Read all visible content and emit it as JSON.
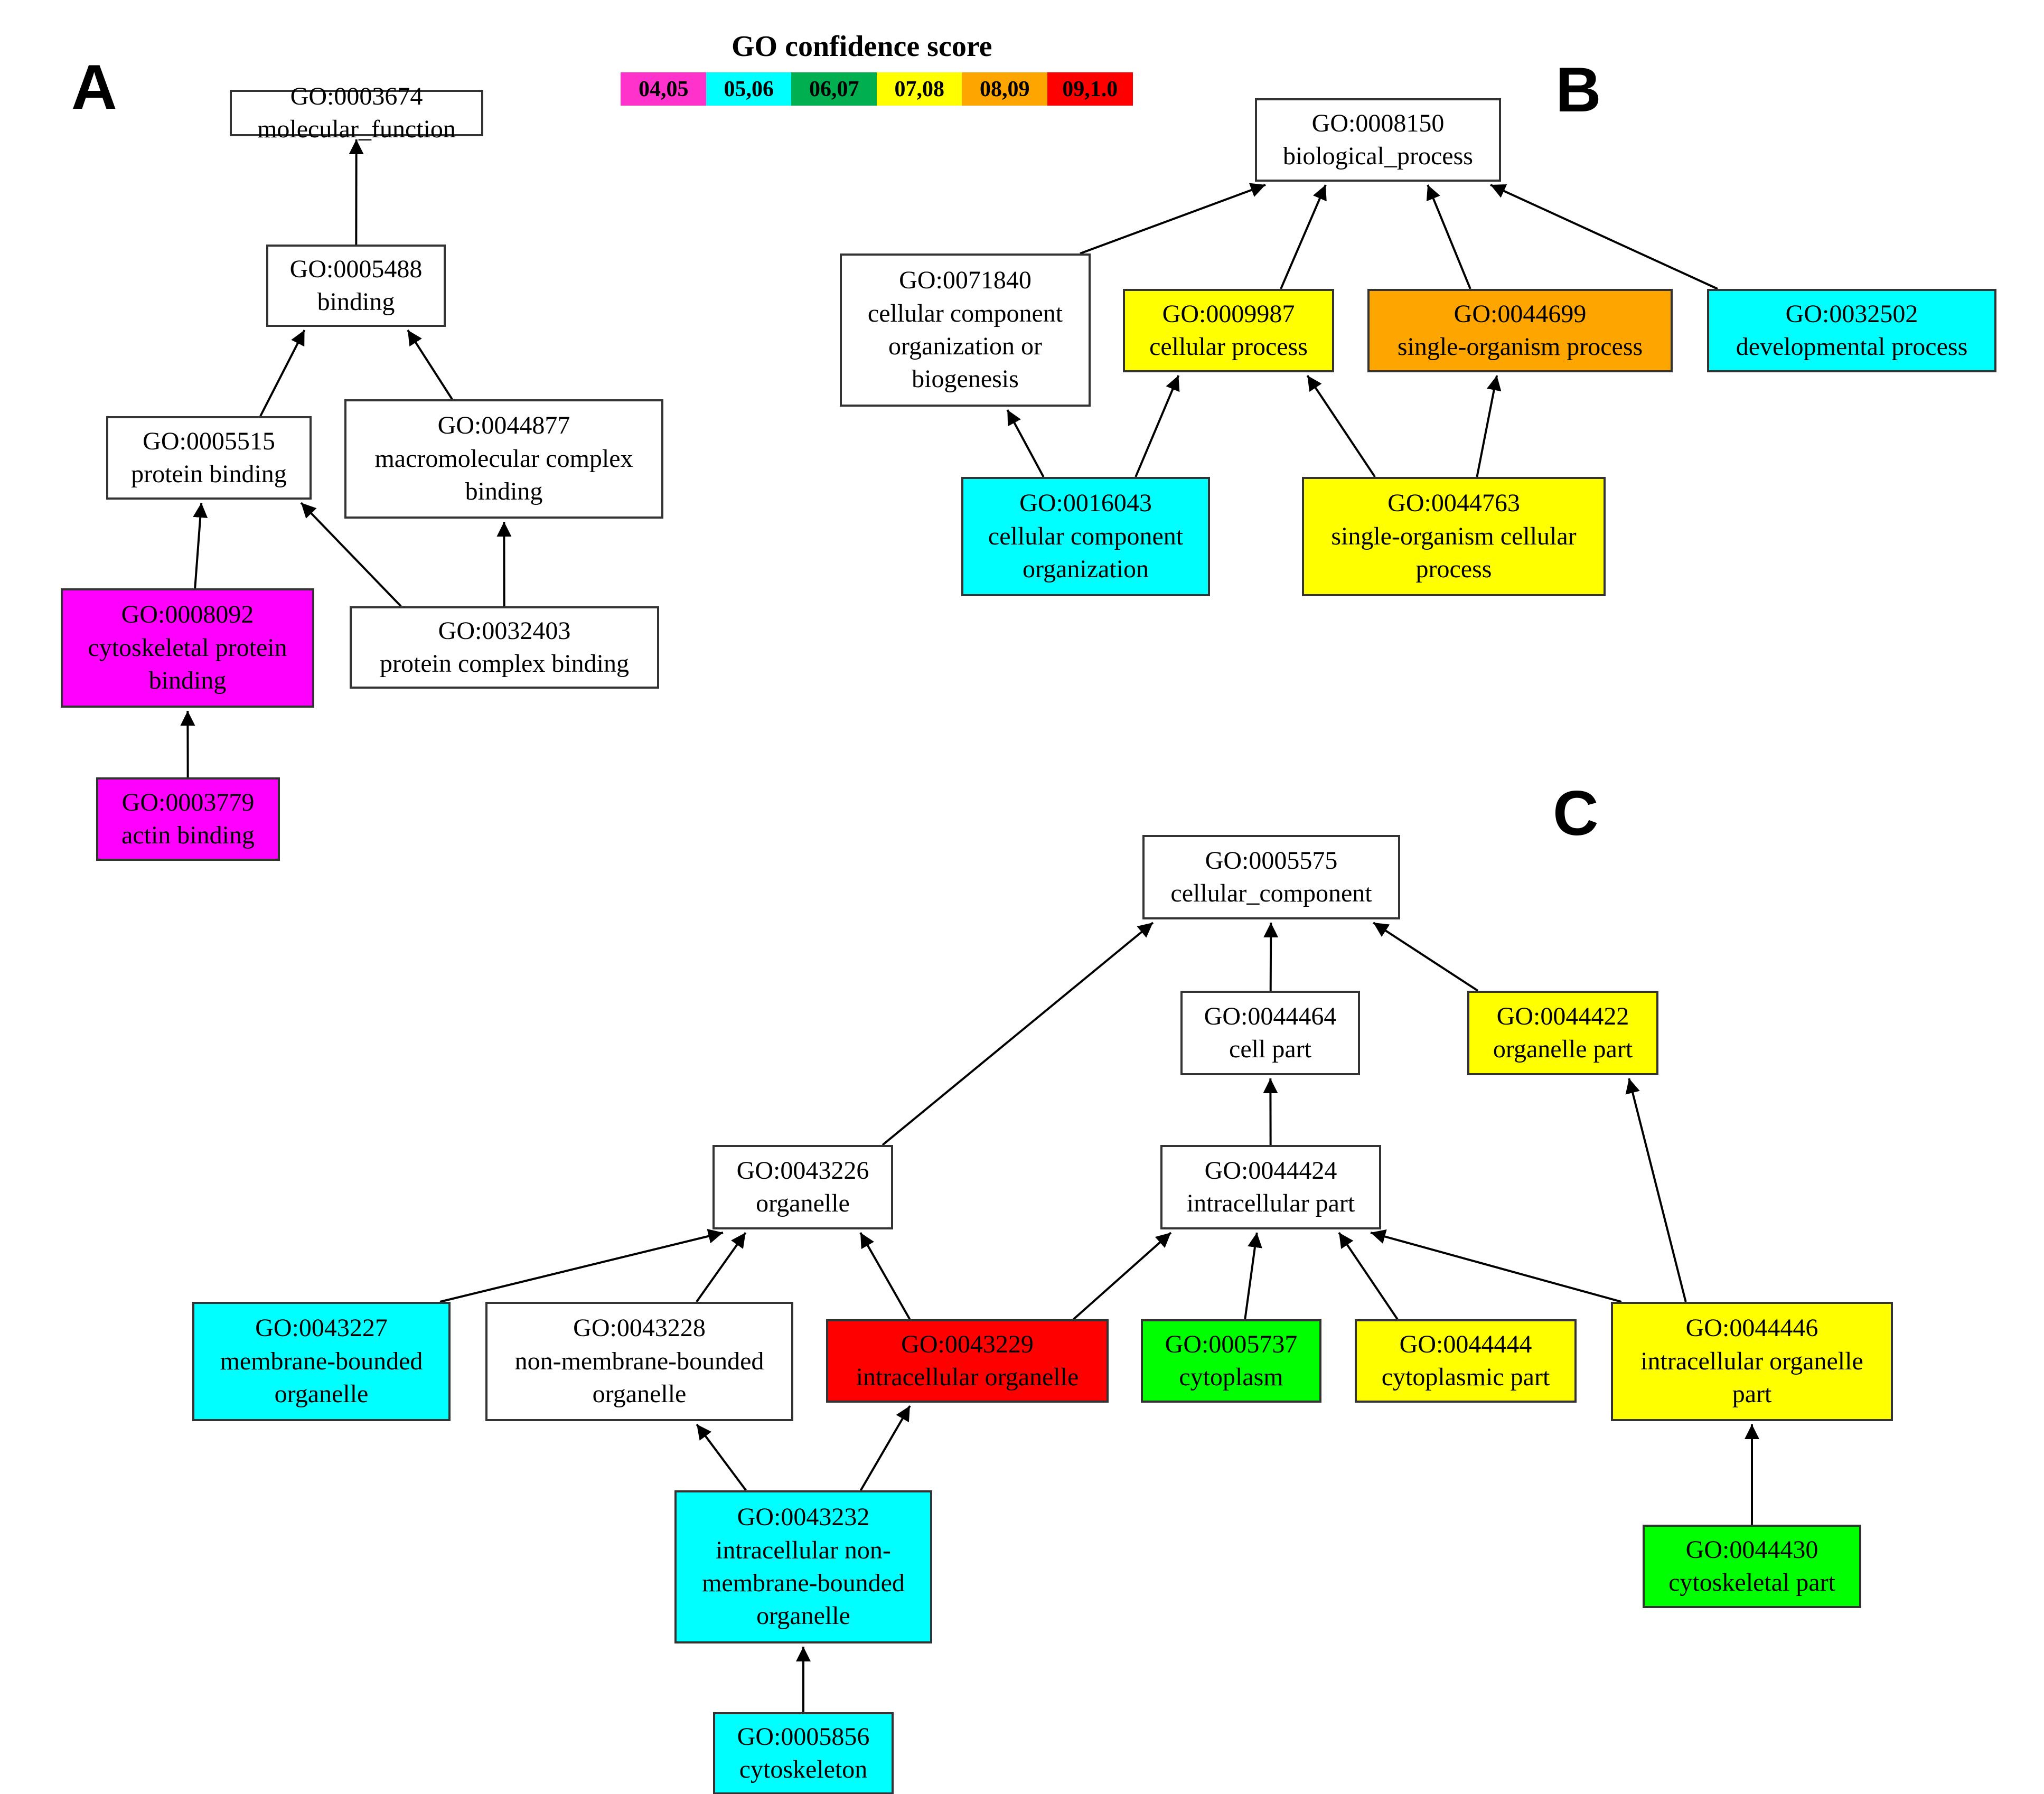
{
  "panels": {
    "a": "A",
    "b": "B",
    "c": "C"
  },
  "legend": {
    "title": "GO confidence score",
    "items": [
      {
        "label": "04,05",
        "color": "#ff33cc"
      },
      {
        "label": "05,06",
        "color": "#00ffff"
      },
      {
        "label": "06,07",
        "color": "#00b050"
      },
      {
        "label": "07,08",
        "color": "#ffff00"
      },
      {
        "label": "08,09",
        "color": "#ffa500"
      },
      {
        "label": "09,1.0",
        "color": "#ff0000"
      }
    ]
  },
  "nodes": {
    "n0003674": {
      "l1": "GO:0003674",
      "l2": "molecular_function",
      "color": "#ffffff"
    },
    "n0005488": {
      "l1": "GO:0005488",
      "l2": "binding",
      "color": "#ffffff"
    },
    "n0005515": {
      "l1": "GO:0005515",
      "l2": "protein binding",
      "color": "#ffffff"
    },
    "n0044877": {
      "l1": "GO:0044877",
      "l2": "macromolecular complex",
      "l3": "binding",
      "color": "#ffffff"
    },
    "n0008092": {
      "l1": "GO:0008092",
      "l2": "cytoskeletal protein",
      "l3": "binding",
      "color": "#ff00ff"
    },
    "n0032403": {
      "l1": "GO:0032403",
      "l2": "protein complex binding",
      "color": "#ffffff"
    },
    "n0003779": {
      "l1": "GO:0003779",
      "l2": "actin binding",
      "color": "#ff00ff"
    },
    "n0008150": {
      "l1": "GO:0008150",
      "l2": "biological_process",
      "color": "#ffffff"
    },
    "n0071840": {
      "l1": "GO:0071840",
      "l2": "cellular component",
      "l3": "organization or",
      "l4": "biogenesis",
      "color": "#ffffff"
    },
    "n0009987": {
      "l1": "GO:0009987",
      "l2": "cellular process",
      "color": "#ffff00"
    },
    "n0044699": {
      "l1": "GO:0044699",
      "l2": "single-organism process",
      "color": "#ffa500"
    },
    "n0032502": {
      "l1": "GO:0032502",
      "l2": "developmental process",
      "color": "#00ffff"
    },
    "n0016043": {
      "l1": "GO:0016043",
      "l2": "cellular component",
      "l3": "organization",
      "color": "#00ffff"
    },
    "n0044763": {
      "l1": "GO:0044763",
      "l2": "single-organism cellular",
      "l3": "process",
      "color": "#ffff00"
    },
    "n0005575": {
      "l1": "GO:0005575",
      "l2": "cellular_component",
      "color": "#ffffff"
    },
    "n0044464": {
      "l1": "GO:0044464",
      "l2": "cell part",
      "color": "#ffffff"
    },
    "n0044422": {
      "l1": "GO:0044422",
      "l2": "organelle part",
      "color": "#ffff00"
    },
    "n0043226": {
      "l1": "GO:0043226",
      "l2": "organelle",
      "color": "#ffffff"
    },
    "n0044424": {
      "l1": "GO:0044424",
      "l2": "intracellular part",
      "color": "#ffffff"
    },
    "n0043227": {
      "l1": "GO:0043227",
      "l2": "membrane-bounded",
      "l3": "organelle",
      "color": "#00ffff"
    },
    "n0043228": {
      "l1": "GO:0043228",
      "l2": "non-membrane-bounded",
      "l3": "organelle",
      "color": "#ffffff"
    },
    "n0043229": {
      "l1": "GO:0043229",
      "l2": "intracellular organelle",
      "color": "#ff0000"
    },
    "n0005737": {
      "l1": "GO:0005737",
      "l2": "cytoplasm",
      "color": "#00ff00"
    },
    "n0044444": {
      "l1": "GO:0044444",
      "l2": "cytoplasmic part",
      "color": "#ffff00"
    },
    "n0044446": {
      "l1": "GO:0044446",
      "l2": "intracellular organelle",
      "l3": "part",
      "color": "#ffff00"
    },
    "n0043232": {
      "l1": "GO:0043232",
      "l2": "intracellular non-",
      "l3": "membrane-bounded",
      "l4": "organelle",
      "color": "#00ffff"
    },
    "n0044430": {
      "l1": "GO:0044430",
      "l2": "cytoskeletal part",
      "color": "#00ff00"
    },
    "n0005856": {
      "l1": "GO:0005856",
      "l2": "cytoskeleton",
      "color": "#00ffff"
    }
  },
  "edges": [
    [
      "n0005488",
      "n0003674"
    ],
    [
      "n0005515",
      "n0005488"
    ],
    [
      "n0044877",
      "n0005488"
    ],
    [
      "n0008092",
      "n0005515"
    ],
    [
      "n0032403",
      "n0005515"
    ],
    [
      "n0032403",
      "n0044877"
    ],
    [
      "n0003779",
      "n0008092"
    ],
    [
      "n0071840",
      "n0008150"
    ],
    [
      "n0009987",
      "n0008150"
    ],
    [
      "n0044699",
      "n0008150"
    ],
    [
      "n0032502",
      "n0008150"
    ],
    [
      "n0016043",
      "n0071840"
    ],
    [
      "n0016043",
      "n0009987"
    ],
    [
      "n0044763",
      "n0009987"
    ],
    [
      "n0044763",
      "n0044699"
    ],
    [
      "n0043226",
      "n0005575"
    ],
    [
      "n0044464",
      "n0005575"
    ],
    [
      "n0044422",
      "n0005575"
    ],
    [
      "n0044424",
      "n0044464"
    ],
    [
      "n0044446",
      "n0044422"
    ],
    [
      "n0043227",
      "n0043226"
    ],
    [
      "n0043228",
      "n0043226"
    ],
    [
      "n0043229",
      "n0043226"
    ],
    [
      "n0043229",
      "n0044424"
    ],
    [
      "n0005737",
      "n0044424"
    ],
    [
      "n0044444",
      "n0044424"
    ],
    [
      "n0044446",
      "n0044424"
    ],
    [
      "n0043232",
      "n0043228"
    ],
    [
      "n0043232",
      "n0043229"
    ],
    [
      "n0044430",
      "n0044446"
    ],
    [
      "n0005856",
      "n0043232"
    ]
  ]
}
